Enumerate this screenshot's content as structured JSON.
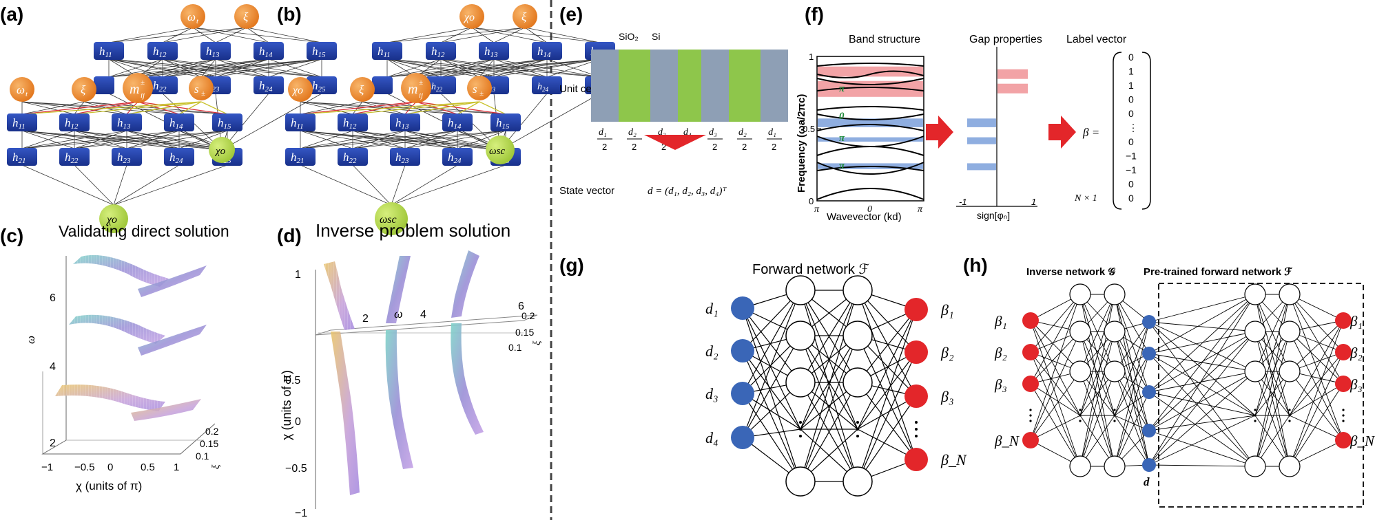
{
  "panel_labels": [
    "(a)",
    "(b)",
    "(c)",
    "(d)",
    "(e)",
    "(f)",
    "(g)",
    "(h)"
  ],
  "a": {
    "top_inputs": [
      "ω",
      "t",
      "ξ"
    ],
    "h1_row": [
      "h11",
      "h12",
      "h13",
      "h14",
      "h15"
    ],
    "h2_row": [
      "h21",
      "h22",
      "h23",
      "h24",
      "h25"
    ],
    "mid_inputs": [
      "ω",
      "t",
      "ξ"
    ],
    "m_label": "m",
    "m_sup": "±",
    "m_sub": "ij",
    "s_label": "s",
    "s_sub": "±",
    "side_out": "χo",
    "bottom_out": "χo"
  },
  "b": {
    "top_inputs": [
      "χo",
      "ξ"
    ],
    "mid_inputs": [
      "χo",
      "ξ"
    ],
    "side_out": "ωsc",
    "bottom_out": "ωsc"
  },
  "c": {
    "title": "Validating direct solution",
    "ylabel": "ω",
    "xlabel": "χ (units of π)",
    "zlabel": "ξ",
    "x_ticks": [
      "−1",
      "−0.5",
      "0",
      "0.5",
      "1"
    ],
    "y_ticks": [
      "2",
      "4",
      "6"
    ],
    "z_ticks": [
      "0.1",
      "0.15",
      "0.2"
    ]
  },
  "d": {
    "title": "Inverse problem solution",
    "ylabel": "χ (units of π)",
    "omega_label": "ω",
    "zlabel": "ξ",
    "y_ticks": [
      "−1",
      "−0.5",
      "0",
      "0.5",
      "1"
    ],
    "omega_ticks": [
      "2",
      "4",
      "6"
    ],
    "z_ticks": [
      "0.2",
      "0.15",
      "0.1"
    ]
  },
  "e": {
    "material1": "SiO₂",
    "material2": "Si",
    "unit_cell": "Unit cell",
    "state_vector": "State vector",
    "fractions": [
      "d₁",
      "d₂",
      "d₃",
      "d₄",
      "d₃",
      "d₂",
      "d₁"
    ],
    "fraction_den": "2",
    "formula": "d = (d₁, d₂, d₃, d₄)ᵀ",
    "colors": {
      "sio2": "#8e9fb5",
      "si": "#8ec64b"
    }
  },
  "f": {
    "band_title": "Band structure",
    "gap_title": "Gap properties",
    "label_title": "Label vector",
    "ylabel": "Frequency (ωa/2πc)",
    "xlabel": "Wavevector (kd)",
    "y_ticks": [
      "0",
      "0.5",
      "1"
    ],
    "x_ticks": [
      "π",
      "0",
      "π"
    ],
    "phase_labels": [
      "π",
      "0",
      "π",
      "π"
    ],
    "gap_xlabel": "sign[φₙ]",
    "gap_ticks": [
      "-1",
      "1"
    ],
    "beta_eq": "β =",
    "vector": [
      "0",
      "1",
      "1",
      "0",
      "0",
      "⋮",
      "0",
      "−1",
      "−1",
      "0",
      "0"
    ],
    "size_label": "N × 1",
    "colors": {
      "pink": "#f2a3a6",
      "blue": "#8faee0",
      "arrow": "#e3262a"
    }
  },
  "g": {
    "title": "Forward network ℱ",
    "inputs": [
      "d₁",
      "d₂",
      "d₃",
      "d₄"
    ],
    "outputs": [
      "β₁",
      "β₂",
      "β₃",
      "β_N"
    ]
  },
  "h": {
    "inverse_title": "Inverse network 𝒢",
    "forward_title": "Pre-trained forward network ℱ",
    "inputs": [
      "β₁",
      "β₂",
      "β₃",
      "β_N"
    ],
    "outputs": [
      "β₁",
      "β₂",
      "β₃",
      "β_N"
    ],
    "mid_label": "d"
  },
  "colors": {
    "orange": "#ef8a2a",
    "blue_node": "#1f3c9e",
    "green_node": "#b5d84a",
    "red_node": "#e3262a",
    "blue_in": "#3a66b7"
  }
}
